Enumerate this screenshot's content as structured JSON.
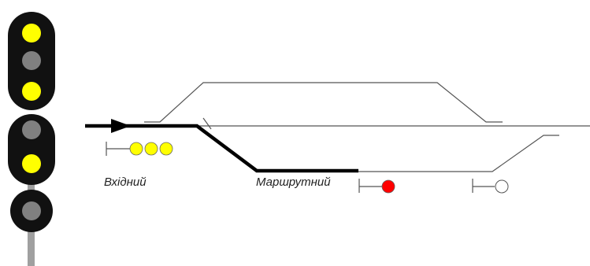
{
  "labels": {
    "entry_signal": "Вхідний",
    "route_signal": "Маршрутний"
  },
  "colors": {
    "signal_body": "#111111",
    "lamp_yellow": "#ffff00",
    "lamp_off": "#808080",
    "lamp_red": "#ff0000",
    "lamp_white": "#ffffff",
    "mast": "#a0a0a0",
    "track_thin": "#555555",
    "route_bold": "#000000"
  },
  "signal_head": {
    "top_unit_lamps": [
      "yellow",
      "off",
      "yellow"
    ],
    "middle_unit_lamps": [
      "off",
      "yellow"
    ],
    "bottom_unit_lamps": [
      "off"
    ]
  },
  "entry_indicator_lamps": [
    "yellow",
    "yellow",
    "yellow"
  ],
  "route_indicator_lamps": [
    "red"
  ],
  "exit_indicator_lamps": [
    "white"
  ],
  "icons": {
    "train_direction": "arrow-right-icon"
  }
}
